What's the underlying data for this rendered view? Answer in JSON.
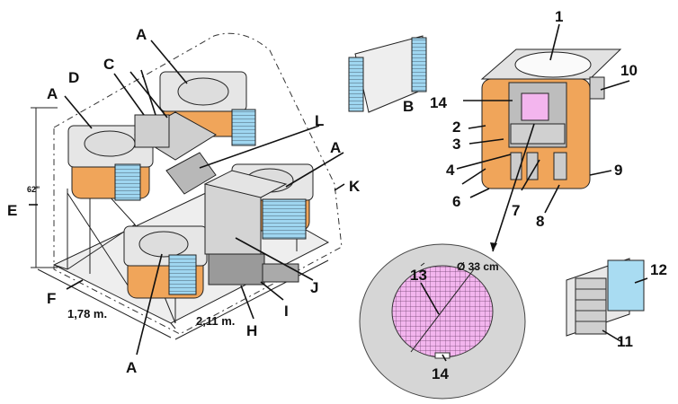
{
  "labels": {
    "A": "A",
    "B": "B",
    "C": "C",
    "D": "D",
    "E": "E",
    "F": "F",
    "H": "H",
    "I": "I",
    "J": "J",
    "K": "K",
    "L": "L",
    "n1": "1",
    "n2": "2",
    "n3": "3",
    "n4": "4",
    "n6": "6",
    "n7": "7",
    "n8": "8",
    "n9": "9",
    "n10": "10",
    "n11": "11",
    "n12": "12",
    "n13": "13",
    "n14": "14"
  },
  "dimensions": {
    "width_1": "1,78 m.",
    "width_2": "2,11 m.",
    "height": "62\"",
    "diameter": "Ø 33 cm"
  },
  "colors": {
    "orange": "#f0a55a",
    "blue_panel": "#a9dcf2",
    "pink_crystal": "#f3b5ee",
    "grey_disk": "#d6d6d6",
    "grey_box": "#cfcfcf"
  }
}
